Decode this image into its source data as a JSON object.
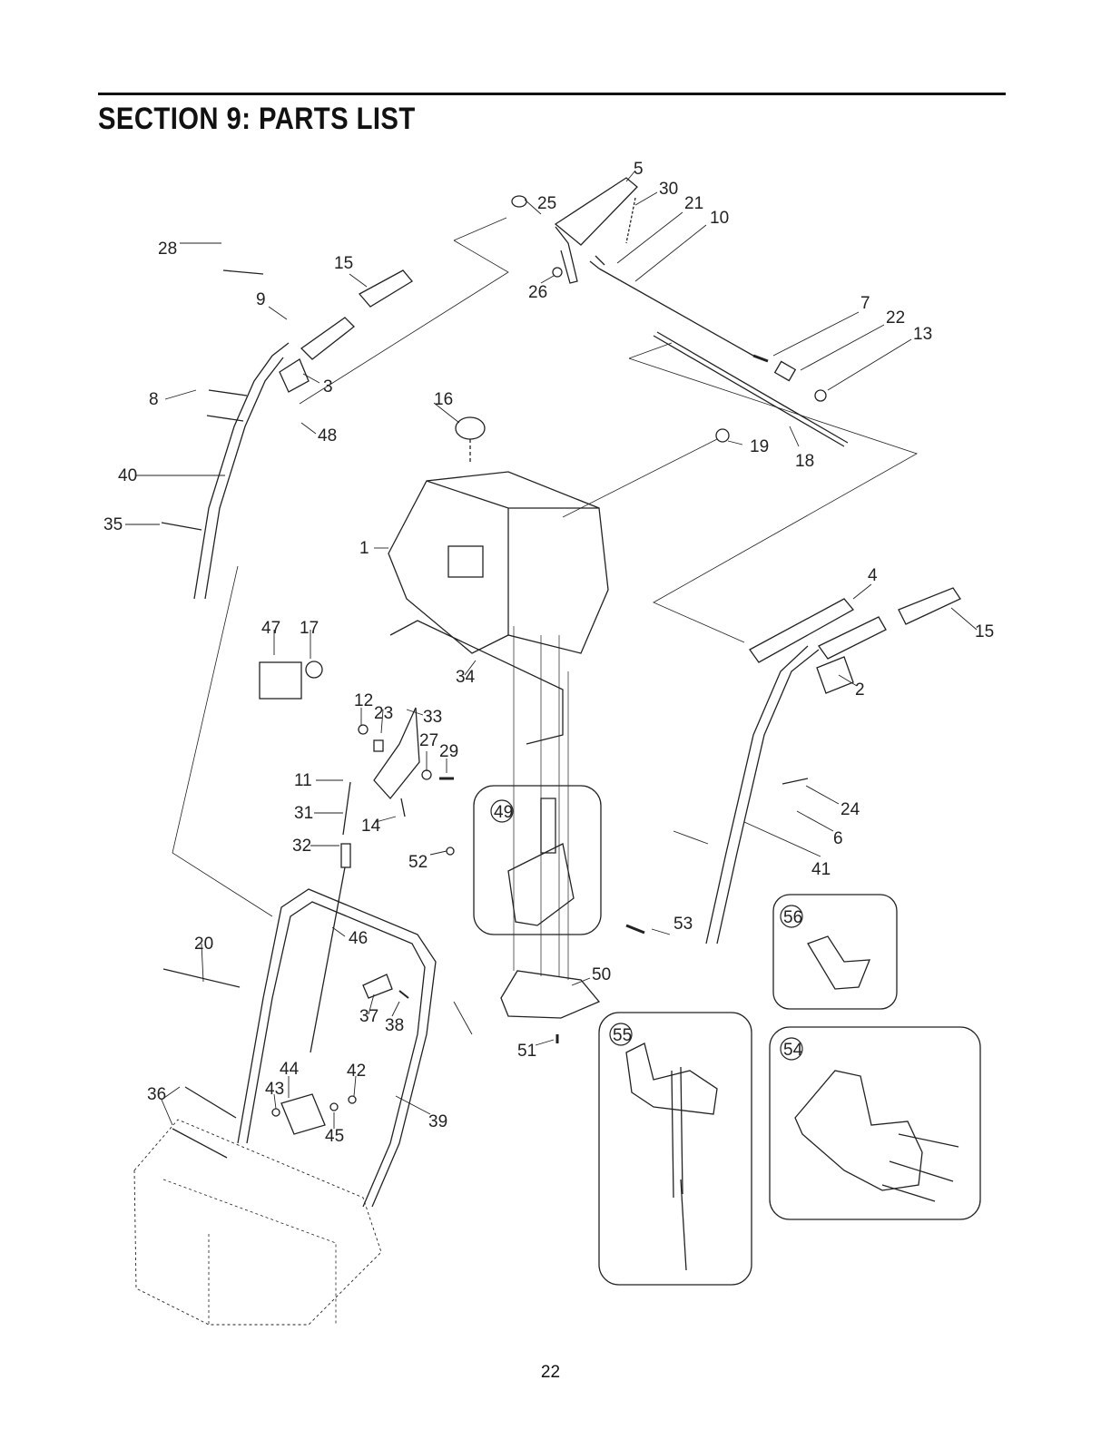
{
  "page": {
    "section_title": "SECTION 9:  PARTS LIST",
    "page_number": "22"
  },
  "diagram": {
    "callouts": {
      "n1": "1",
      "n2": "2",
      "n3": "3",
      "n4": "4",
      "n5": "5",
      "n6": "6",
      "n7": "7",
      "n8": "8",
      "n9": "9",
      "n10": "10",
      "n11": "11",
      "n12": "12",
      "n13": "13",
      "n14": "14",
      "n15a": "15",
      "n15b": "15",
      "n16": "16",
      "n17": "17",
      "n18": "18",
      "n19": "19",
      "n20": "20",
      "n21": "21",
      "n22": "22",
      "n23": "23",
      "n24": "24",
      "n25": "25",
      "n26": "26",
      "n27": "27",
      "n28": "28",
      "n29": "29",
      "n30": "30",
      "n31": "31",
      "n32": "32",
      "n33": "33",
      "n34": "34",
      "n35": "35",
      "n36": "36",
      "n37": "37",
      "n38": "38",
      "n39": "39",
      "n40": "40",
      "n41": "41",
      "n42": "42",
      "n43": "43",
      "n44": "44",
      "n45": "45",
      "n46": "46",
      "n47": "47",
      "n48": "48",
      "n50": "50",
      "n51": "51",
      "n52": "52",
      "n53": "53"
    },
    "insets": {
      "i49": "49",
      "i54": "54",
      "i55": "55",
      "i56": "56"
    }
  }
}
